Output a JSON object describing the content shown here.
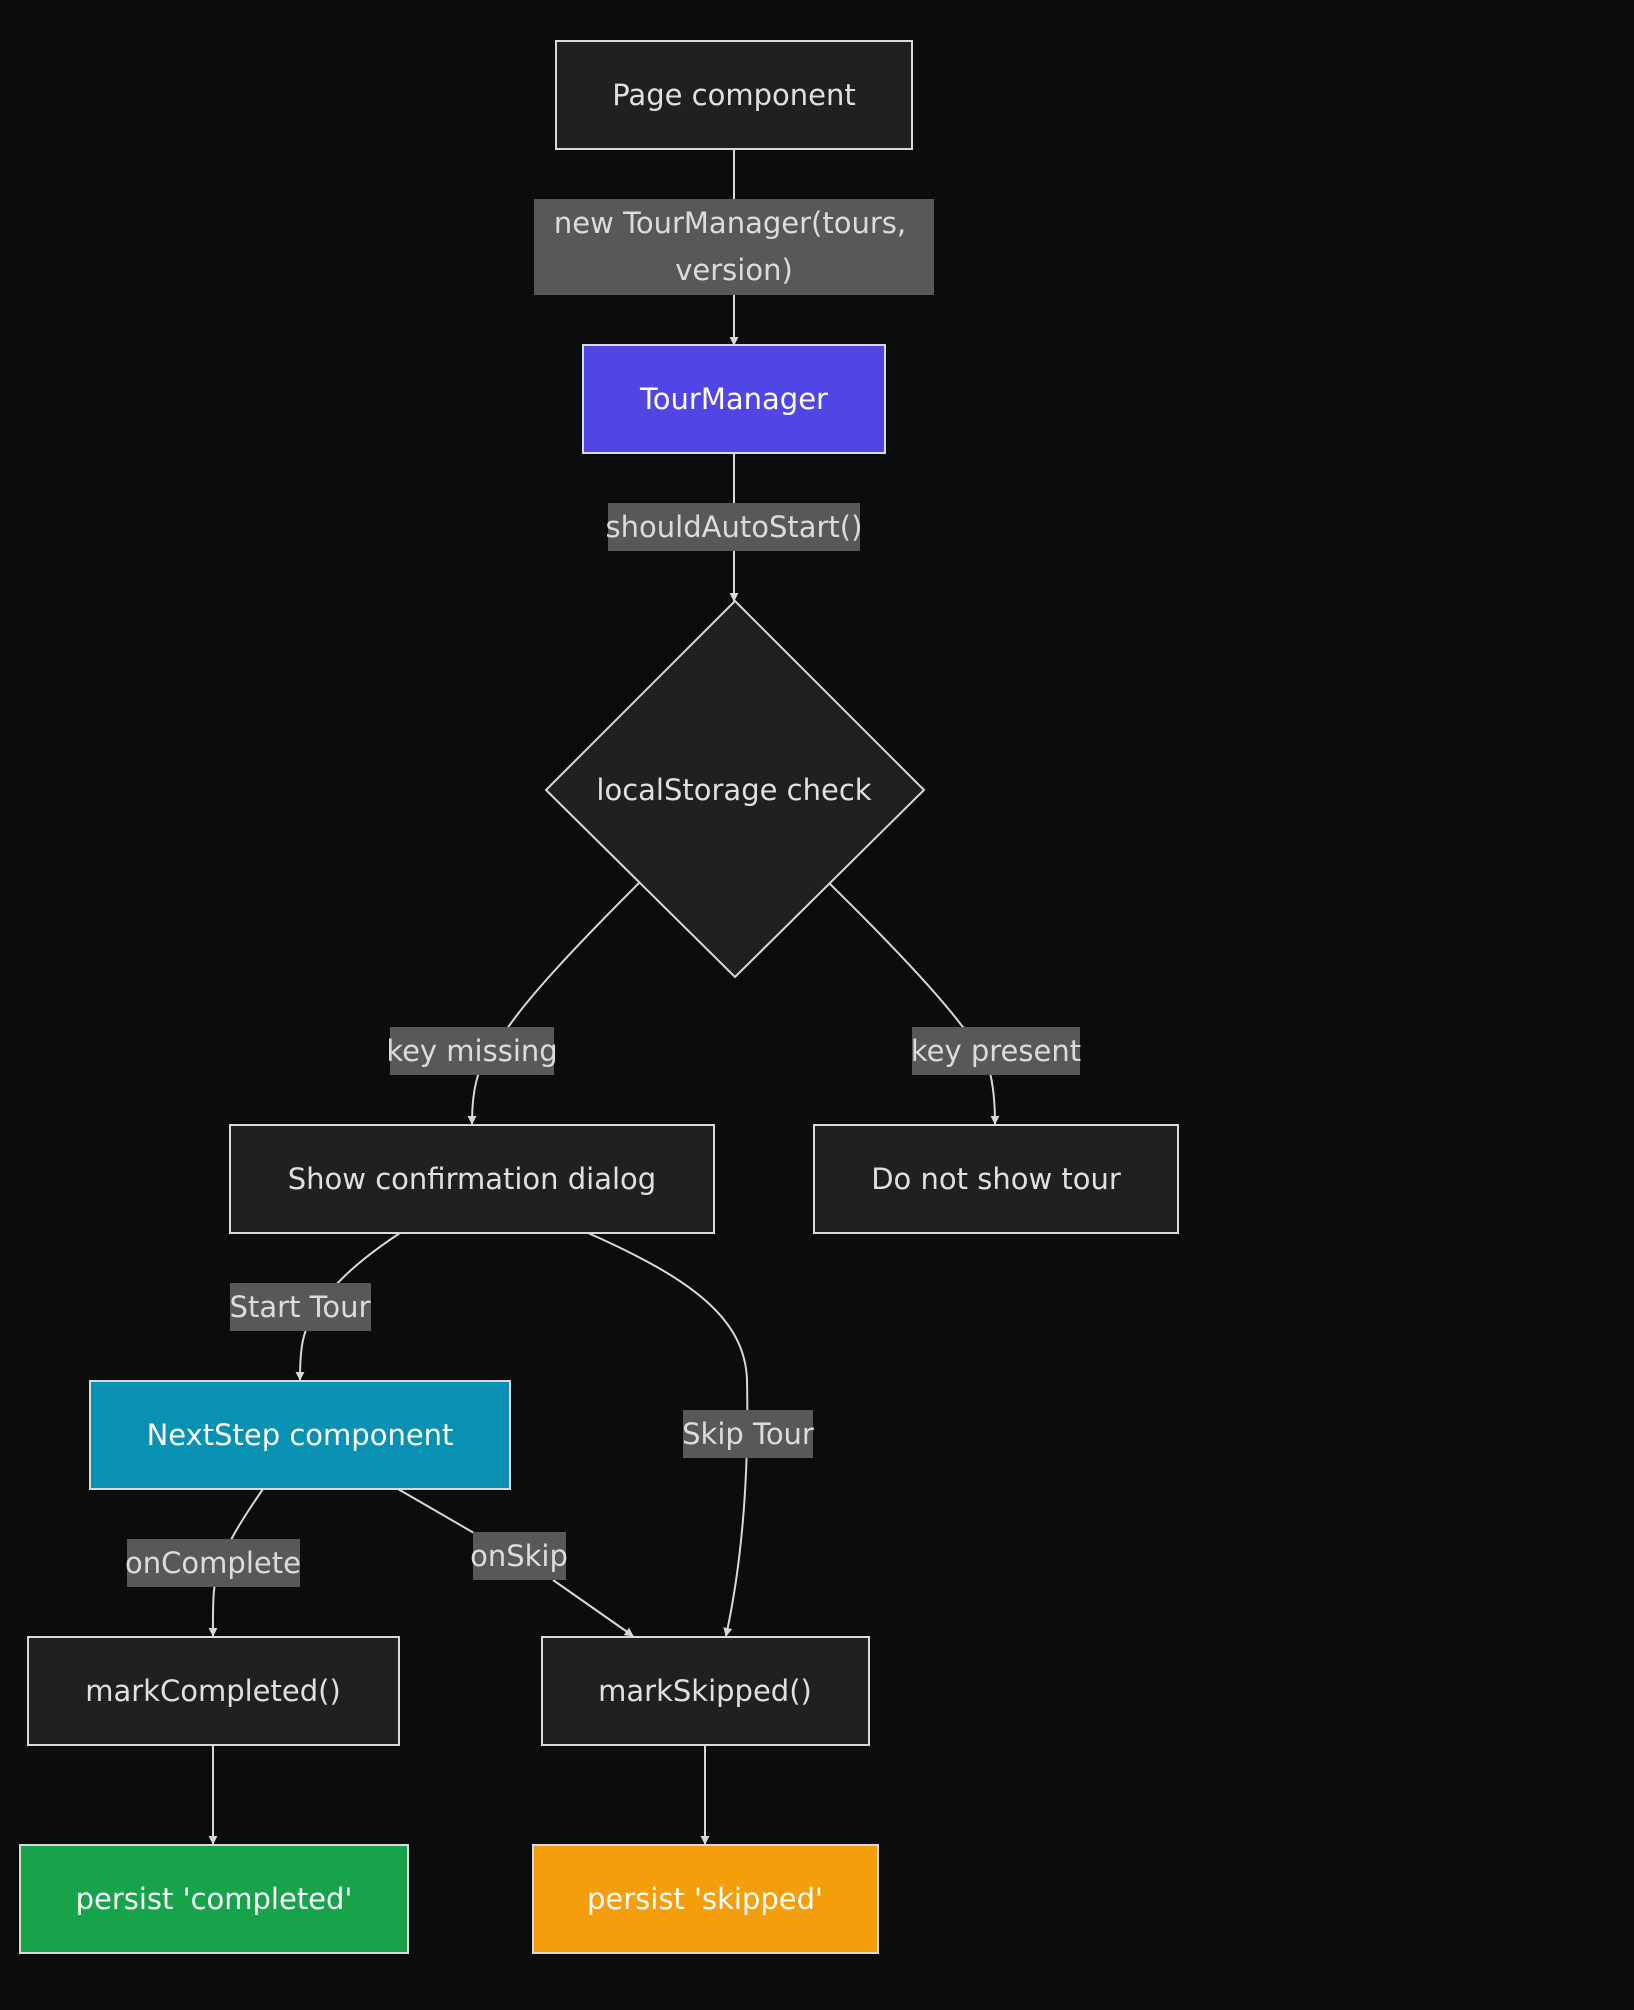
{
  "colors": {
    "background": "#0b0c0c",
    "node_default": "#1f2020",
    "node_border": "#d9d9d9",
    "tour_manager": "#4f46e5",
    "nextstep": "#0891b2",
    "completed": "#16a34a",
    "skipped": "#f59e0b",
    "edge_label_bg": "#585858",
    "edge_line": "#d8d8d8"
  },
  "nodes": {
    "page_component": "Page component",
    "tour_manager": "TourManager",
    "localstorage_check": "localStorage check",
    "show_dialog": "Show confirmation dialog",
    "do_not_show": "Do not show tour",
    "nextstep_component": "NextStep component",
    "mark_completed": "markCompleted()",
    "mark_skipped": "markSkipped()",
    "persist_completed": "persist 'completed'",
    "persist_skipped": "persist 'skipped'"
  },
  "edges": {
    "new_tourmanager_line1": "new TourManager(tours,",
    "new_tourmanager_line2": "version)",
    "should_auto_start": "shouldAutoStart()",
    "key_missing": "key missing",
    "key_present": "key present",
    "start_tour": "Start Tour",
    "skip_tour": "Skip Tour",
    "on_complete": "onComplete",
    "on_skip": "onSkip"
  }
}
